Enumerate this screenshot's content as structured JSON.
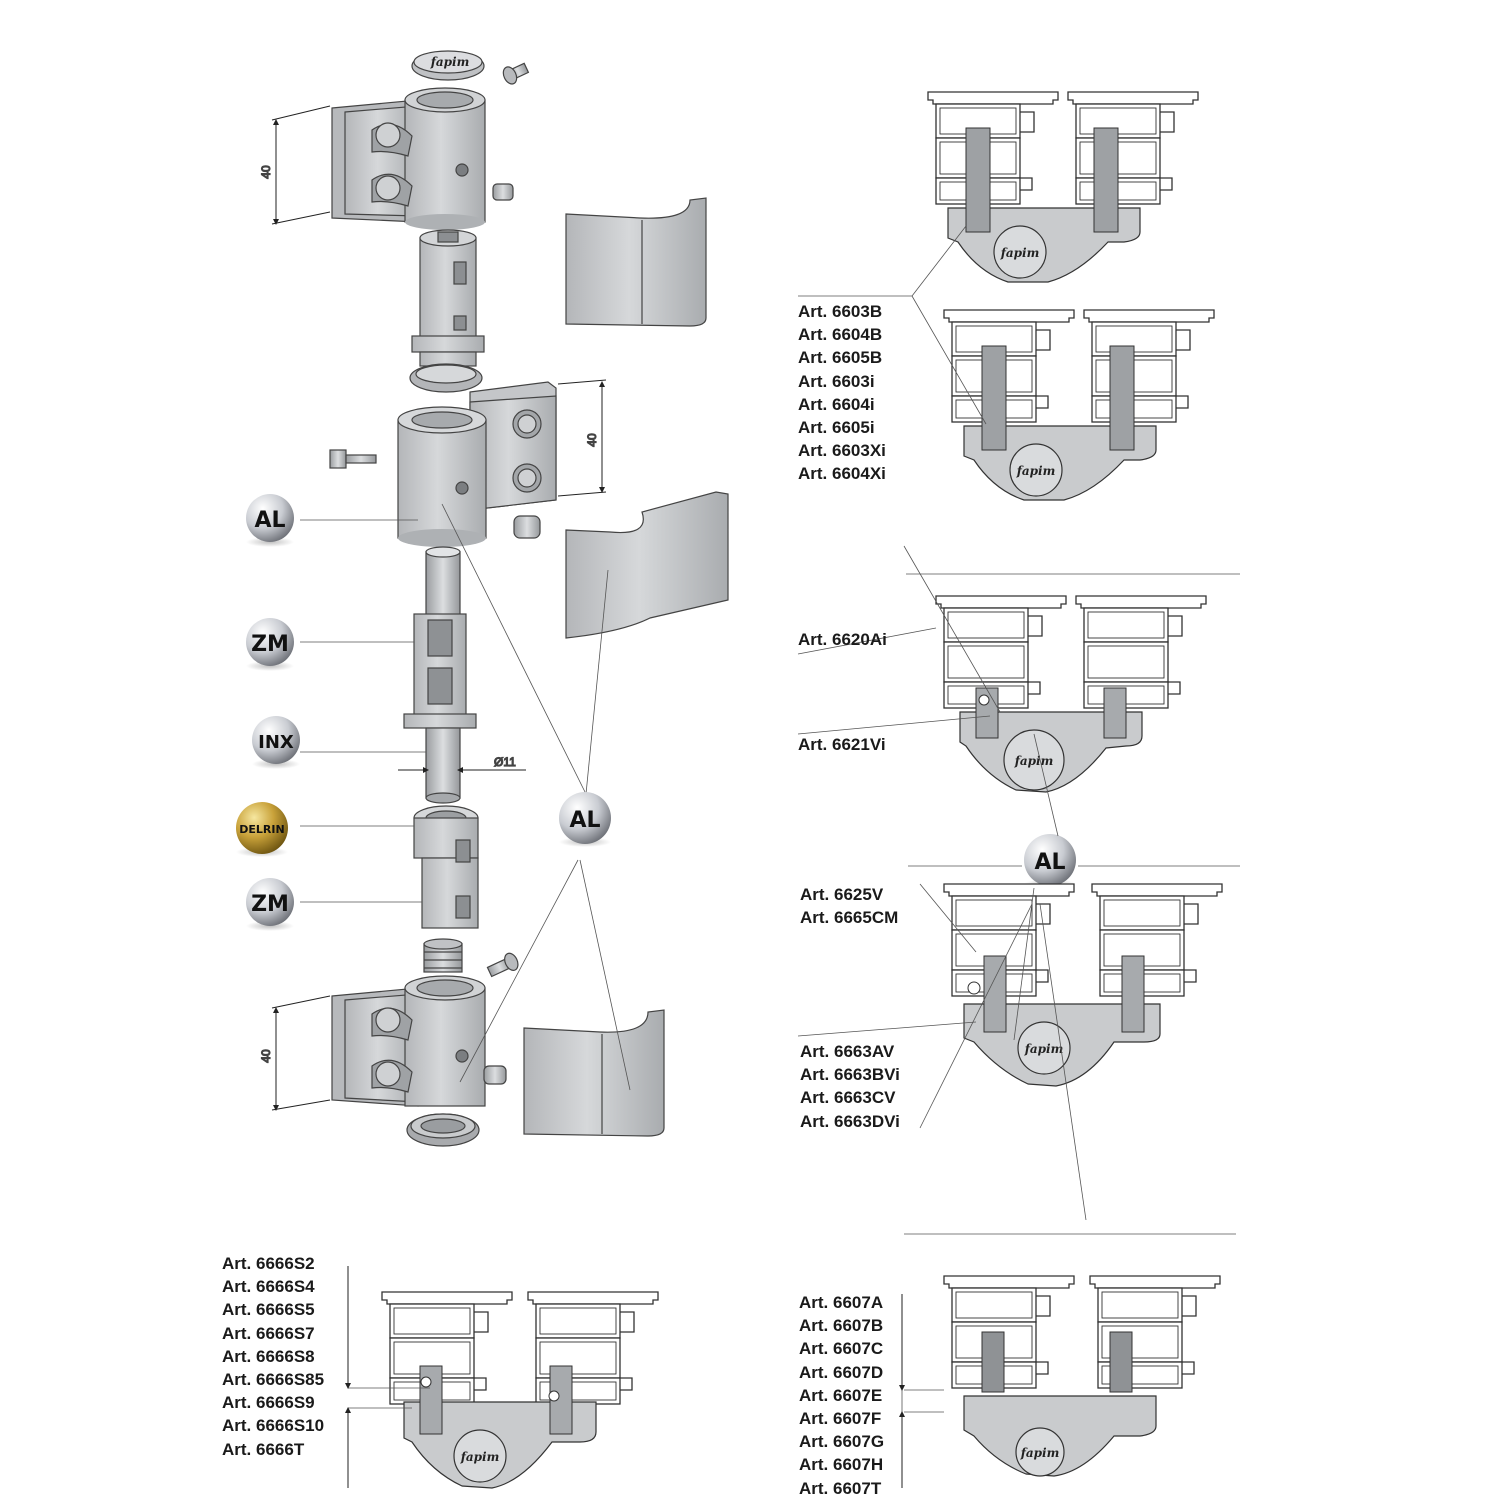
{
  "dimensions": {
    "height_top": "40",
    "height_mid": "40",
    "height_bottom": "40",
    "pin_diameter": "Ø11"
  },
  "materials": {
    "al_top": "AL",
    "zm_top": "ZM",
    "inx": "INX",
    "delrin": "DELRIN",
    "zm_bottom": "ZM",
    "al_center": "AL",
    "al_right": "AL"
  },
  "brand": {
    "logo": "fapim"
  },
  "articles": {
    "group_1": [
      "Art. 6603B",
      "Art. 6604B",
      "Art. 6605B",
      "Art. 6603i",
      "Art. 6604i",
      "Art. 6605i",
      "Art. 6603Xi",
      "Art. 6604Xi"
    ],
    "group_2a": [
      "Art. 6620Ai"
    ],
    "group_2b": [
      "Art. 6621Vi"
    ],
    "group_3a": [
      "Art. 6625V",
      "Art. 6665CM"
    ],
    "group_3b": [
      "Art. 6663AV",
      "Art. 6663BVi",
      "Art. 6663CV",
      "Art. 6663DVi"
    ],
    "group_4": [
      "Art. 6666S2",
      "Art. 6666S4",
      "Art. 6666S5",
      "Art. 6666S7",
      "Art. 6666S8",
      "Art. 6666S85",
      "Art. 6666S9",
      "Art. 6666S10",
      "Art. 6666T"
    ],
    "group_5": [
      "Art. 6607A",
      "Art. 6607B",
      "Art. 6607C",
      "Art. 6607D",
      "Art. 6607E",
      "Art. 6607F",
      "Art. 6607G",
      "Art. 6607H",
      "Art. 6607T"
    ]
  },
  "colors": {
    "metal": "#c9cbcd",
    "metal_dark": "#8e9194",
    "line": "#333333",
    "delrin": "#a88a2c"
  }
}
